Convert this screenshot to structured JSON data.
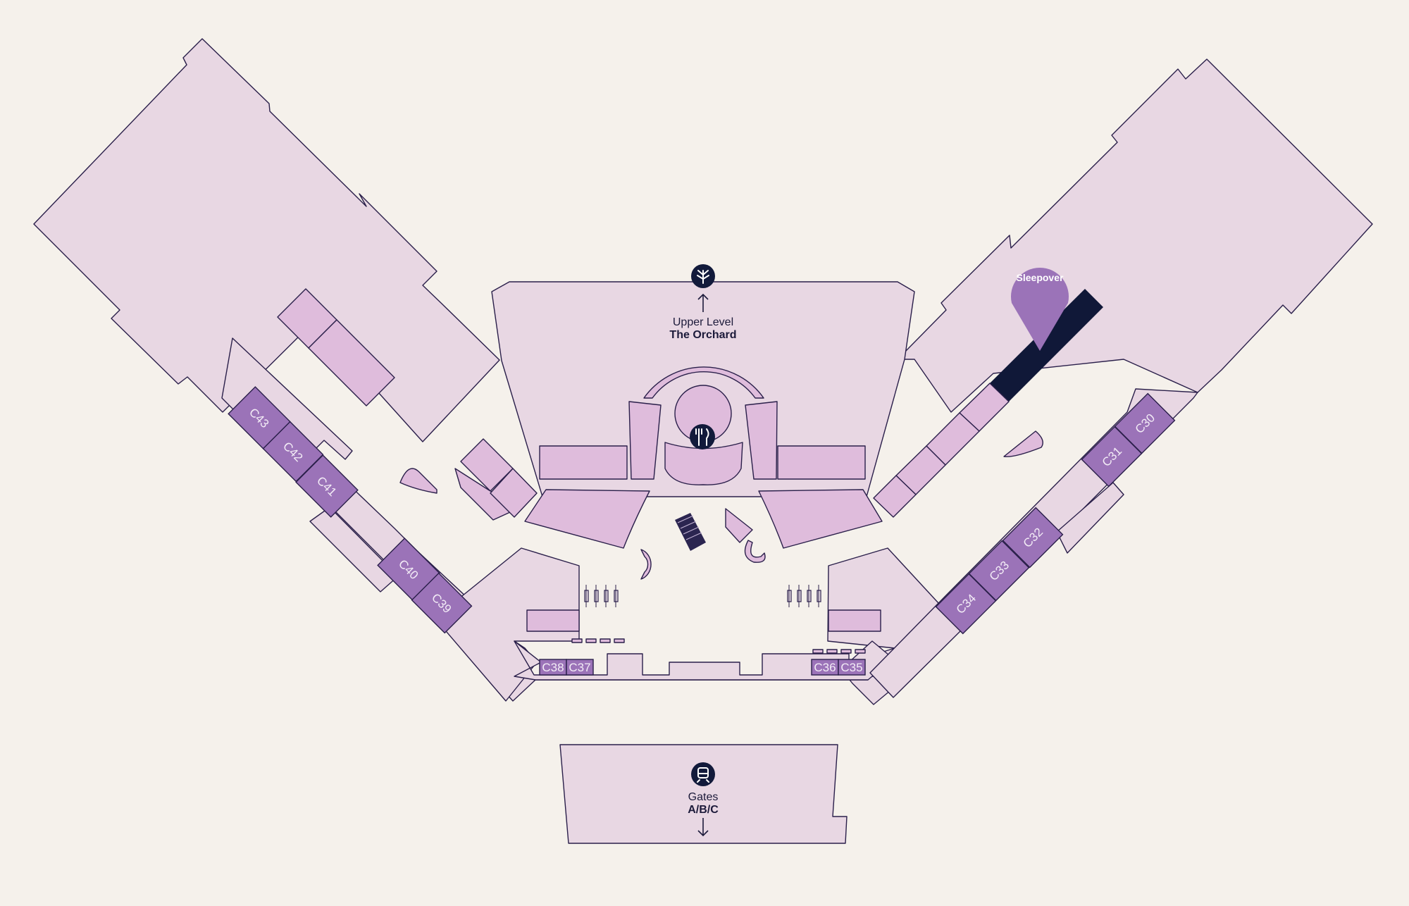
{
  "map": {
    "colors": {
      "background": "#f5f1eb",
      "zone": "#e8d7e3",
      "shop": "#dfbcdc",
      "gate": "#9b73b8",
      "highlight": "#101838",
      "pin": "#9b73b8",
      "outline": "#2a1f4a"
    },
    "upper_level": {
      "line1": "Upper Level",
      "line2": "The Orchard",
      "icon": "tree-icon"
    },
    "dining": {
      "icon": "fork-knife-icon"
    },
    "gates_link": {
      "line1": "Gates",
      "line2": "A/B/C",
      "icon": "train-icon"
    },
    "pin": {
      "label": "Sleepover",
      "icon": "location-pin-icon"
    },
    "gates": [
      "C43",
      "C42",
      "C41",
      "C40",
      "C39",
      "C38",
      "C37",
      "C36",
      "C35",
      "C34",
      "C33",
      "C32",
      "C31",
      "C30"
    ]
  }
}
